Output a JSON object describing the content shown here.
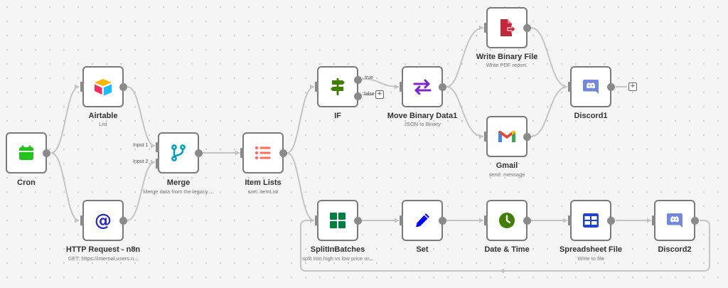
{
  "nodes": {
    "cron": {
      "label": "Cron",
      "sub": "",
      "icon": "calendar-icon"
    },
    "airtable": {
      "label": "Airtable",
      "sub": "List",
      "icon": "airtable-icon"
    },
    "http": {
      "label": "HTTP Request - n8n",
      "sub": "GET: https://internal.users.n...",
      "icon": "at-sign-icon"
    },
    "merge": {
      "label": "Merge",
      "sub": "Merge data from the legacy ...",
      "icon": "merge-icon",
      "input1": "Input 1",
      "input2": "Input 2"
    },
    "itemlists": {
      "label": "Item Lists",
      "sub": "sort: itemList",
      "icon": "list-icon"
    },
    "if": {
      "label": "IF",
      "sub": "",
      "icon": "signpost-icon",
      "true_label": "true",
      "false_label": "false"
    },
    "movebinary": {
      "label": "Move Binary Data1",
      "sub": "JSON to Binary",
      "icon": "swap-arrows-icon"
    },
    "writebinary": {
      "label": "Write Binary File",
      "sub": "Write PDF report.",
      "icon": "pdf-file-icon"
    },
    "gmail": {
      "label": "Gmail",
      "sub": "send: message",
      "icon": "gmail-icon"
    },
    "discord1": {
      "label": "Discord1",
      "sub": "",
      "icon": "discord-icon"
    },
    "splitinbatches": {
      "label": "SplitInBatches",
      "sub": "split into high vs low price or...",
      "icon": "grid-icon"
    },
    "set": {
      "label": "Set",
      "sub": "",
      "icon": "pen-icon"
    },
    "datetime": {
      "label": "Date & Time",
      "sub": "",
      "icon": "clock-icon"
    },
    "spreadsheet": {
      "label": "Spreadsheet File",
      "sub": "Write to file",
      "icon": "table-icon"
    },
    "discord2": {
      "label": "Discord2",
      "sub": "",
      "icon": "discord-icon"
    }
  },
  "plus_symbol": "+",
  "colors": {
    "canvas": "#f5f5f5",
    "node_border": "#7a7a7a",
    "edge": "#c4c4c4",
    "cron": "#22c21f",
    "airtable_yellow": "#fcb400",
    "airtable_blue": "#18bfff",
    "airtable_red": "#f82b60",
    "http": "#2a2ac8",
    "merge": "#00a2c4",
    "itemlists": "#ff6d5a",
    "if": "#408000",
    "movebinary": "#7d26cd",
    "writebinary": "#c4263a",
    "gmail_red": "#ea4335",
    "discord": "#7289da",
    "splitinbatches": "#008040",
    "set": "#0000ff",
    "datetime": "#408000",
    "spreadsheet": "#2244cc"
  }
}
